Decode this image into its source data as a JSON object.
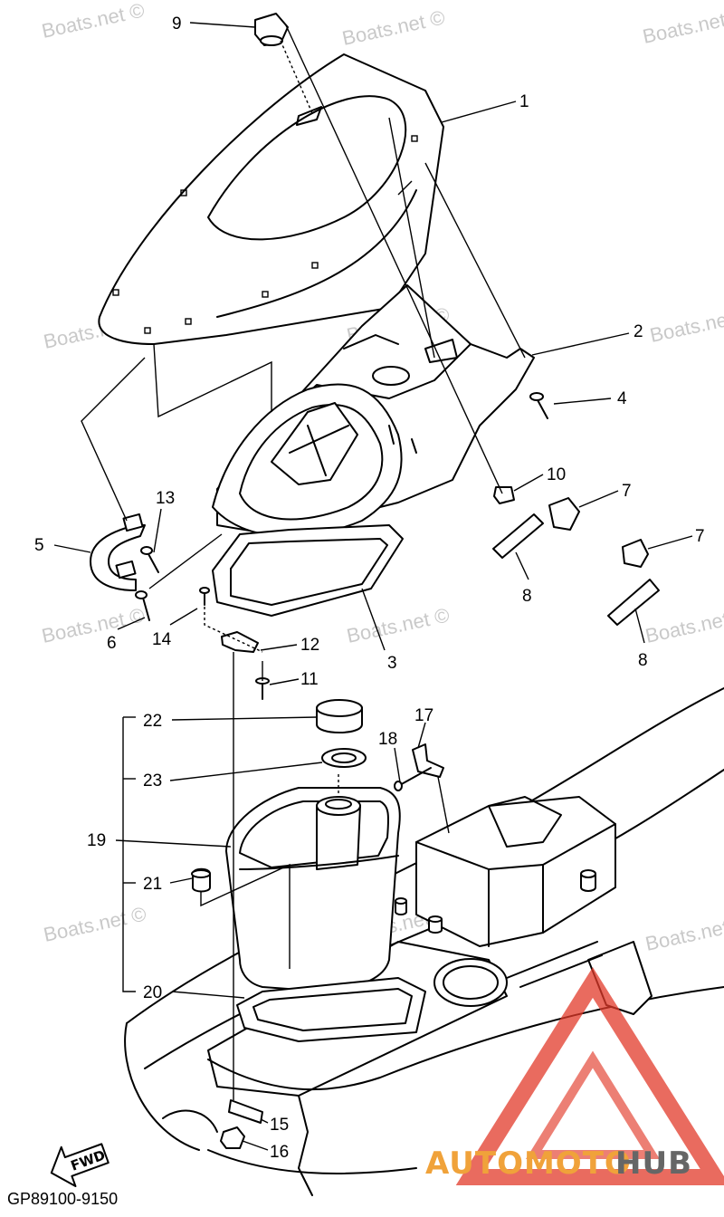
{
  "diagram": {
    "part_code": "GP89100-9150",
    "fwd_label": "FWD",
    "watermark": "Boats.net ©",
    "brand": {
      "part1": "AUTOMOTO",
      "part2": "HUB",
      "accent": "#f0a23a",
      "logo_color": "#e23a2a"
    },
    "callouts": [
      "1",
      "2",
      "3",
      "4",
      "5",
      "6",
      "7",
      "7",
      "8",
      "8",
      "9",
      "10",
      "11",
      "12",
      "13",
      "14",
      "15",
      "16",
      "17",
      "18",
      "19",
      "20",
      "21",
      "22",
      "23"
    ]
  }
}
